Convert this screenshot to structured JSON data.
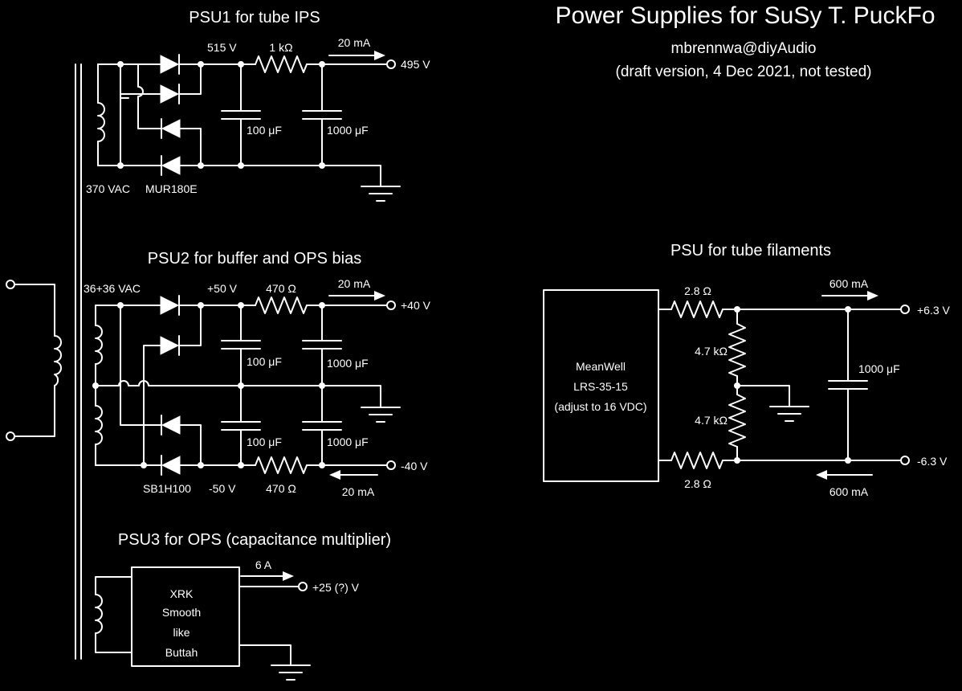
{
  "header": {
    "title": "Power Supplies for SuSy T. PuckFo",
    "author": "mbrennwa@diyAudio",
    "note": "(draft version, 4 Dec 2021, not tested)"
  },
  "psu1": {
    "title": "PSU1 for tube IPS",
    "raw_voltage": "515 V",
    "resistor": "1 kΩ",
    "current": "20 mA",
    "output": "495 V",
    "cap1": "100 μF",
    "cap2": "1000 μF",
    "secondary": "370 VAC",
    "diodes": "MUR180E"
  },
  "psu2": {
    "title": "PSU2 for buffer and OPS bias",
    "secondary": "36+36 VAC",
    "pos_raw": "+50 V",
    "pos_resistor": "470 Ω",
    "pos_current": "20 mA",
    "pos_output": "+40 V",
    "cap_pos1": "100 μF",
    "cap_pos2": "1000 μF",
    "cap_neg1": "100 μF",
    "cap_neg2": "1000 μF",
    "neg_output": "-40 V",
    "diodes": "SB1H100",
    "neg_raw": "-50 V",
    "neg_resistor": "470 Ω",
    "neg_current": "20 mA"
  },
  "psu3": {
    "title": "PSU3 for OPS (capacitance multiplier)",
    "current": "6 A",
    "output": "+25 (?) V",
    "box_lines": [
      "XRK",
      "Smooth",
      "like",
      "Buttah"
    ]
  },
  "filament": {
    "title": "PSU for tube filaments",
    "module_lines": [
      "MeanWell",
      "LRS-35-15",
      "(adjust to 16 VDC)"
    ],
    "r_top": "2.8 Ω",
    "r_bottom": "2.8 Ω",
    "r_div_top": "4.7 kΩ",
    "r_div_bottom": "4.7 kΩ",
    "cap": "1000 μF",
    "pos_current": "600 mA",
    "neg_current": "600 mA",
    "pos_output": "+6.3 V",
    "neg_output": "-6.3 V"
  }
}
